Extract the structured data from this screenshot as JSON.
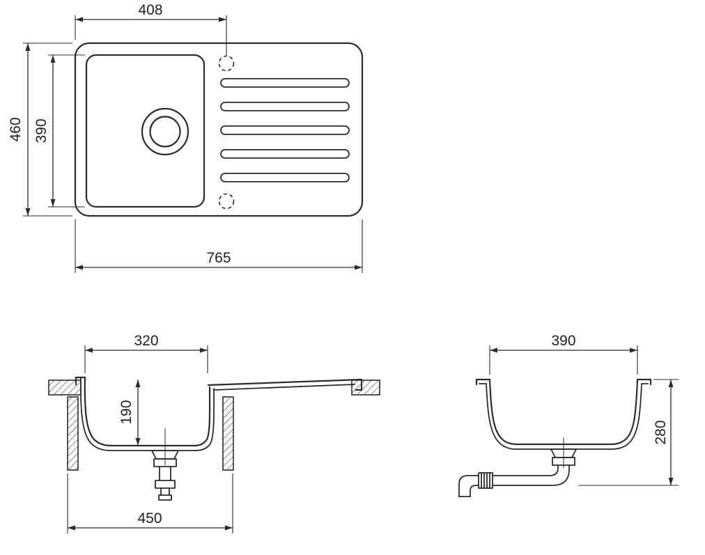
{
  "page": {
    "background": "#ffffff",
    "line_color": "#2b2b2b",
    "description": "Technical dimension drawing of a kitchen sink with drainboard: top plan view, front section view and side section view"
  },
  "views": {
    "top": {
      "dims": {
        "tap_offset": "408",
        "overall_depth": "460",
        "bowl_depth": "390",
        "overall_width": "765"
      }
    },
    "front_section": {
      "dims": {
        "bowl_width": "320",
        "bowl_height": "190",
        "cabinet_width": "450"
      }
    },
    "side_section": {
      "dims": {
        "bowl_width": "390",
        "overall_height": "280"
      }
    }
  }
}
